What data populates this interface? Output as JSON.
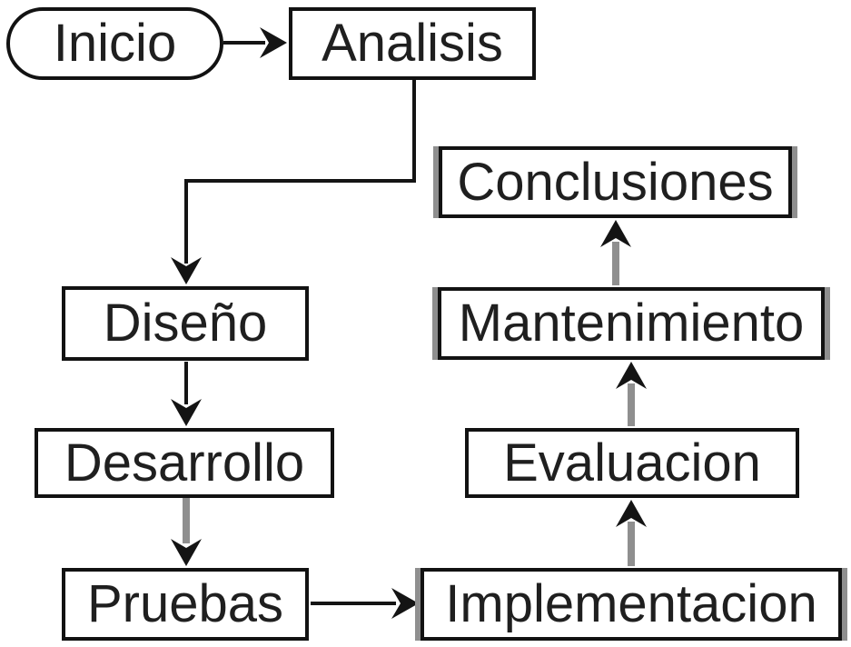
{
  "diagram": {
    "background": "#ffffff",
    "nodes": {
      "inicio": {
        "label": "Inicio",
        "shape": "stadium"
      },
      "analisis": {
        "label": "Analisis",
        "shape": "rect"
      },
      "conclusiones": {
        "label": "Conclusiones",
        "shape": "rect"
      },
      "diseno": {
        "label": "Diseño",
        "shape": "rect"
      },
      "mantenimiento": {
        "label": "Mantenimiento",
        "shape": "rect"
      },
      "desarrollo": {
        "label": "Desarrollo",
        "shape": "rect"
      },
      "evaluacion": {
        "label": "Evaluacion",
        "shape": "rect"
      },
      "pruebas": {
        "label": "Pruebas",
        "shape": "rect"
      },
      "implementacion": {
        "label": "Implementacion",
        "shape": "rect"
      }
    },
    "edges": [
      {
        "from": "Inicio",
        "to": "Analisis",
        "line": "black-thin"
      },
      {
        "from": "Analisis",
        "to": "Diseño",
        "line": "black-thin-elbow"
      },
      {
        "from": "Diseño",
        "to": "Desarrollo",
        "line": "black-thin"
      },
      {
        "from": "Desarrollo",
        "to": "Pruebas",
        "line": "gray-thick"
      },
      {
        "from": "Pruebas",
        "to": "Implementacion",
        "line": "black-thin"
      },
      {
        "from": "Implementacion",
        "to": "Evaluacion",
        "line": "gray-thick"
      },
      {
        "from": "Evaluacion",
        "to": "Mantenimiento",
        "line": "gray-thick"
      },
      {
        "from": "Mantenimiento",
        "to": "Conclusiones",
        "line": "gray-thick"
      }
    ],
    "colors": {
      "node_border": "#121212",
      "node_fill": "#ffffff",
      "text": "#1f1f1f",
      "edge_black": "#141414",
      "edge_gray": "#8f8f8f",
      "arrowhead": "#141414",
      "side_shadow": "#8f8f8f"
    }
  }
}
